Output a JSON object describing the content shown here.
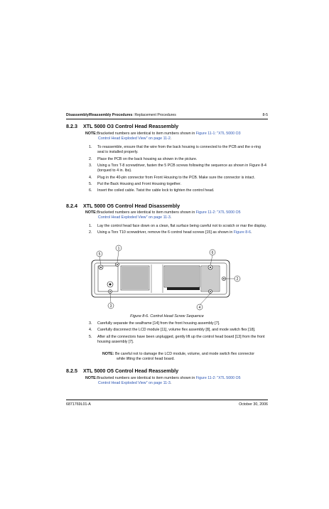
{
  "header": {
    "section_bold": "Disassembly/Reassembly Procedures",
    "section_rest": ": Replacement Procedures",
    "page_number": "8-5"
  },
  "sections": [
    {
      "number": "8.2.3",
      "title": "XTL 5000 O3 Control Head Reassembly",
      "note_label": "NOTE:",
      "note_text": "Bracketed numbers are identical to item numbers shown in ",
      "note_link_1": "Figure 11-1: \"XTL 5000 O3",
      "note_link_2": "Control Head Exploded View\" on page 11-2",
      "note_end": ".",
      "steps": [
        {
          "n": "1.",
          "text": "To reassemble, ensure that the wire from the back housing is connected to the PCB and the o-ring seal is installed properly."
        },
        {
          "n": "2.",
          "text": "Place the PCB on the back housing as shown in the picture."
        },
        {
          "n": "3.",
          "text": "Using a Torx T-8 screwdriver, fasten the 5 PCB screws following the sequence as shown in Figure 8-4 (torqued to 4 in. lbs)."
        },
        {
          "n": "4.",
          "text": "Plug in the 40-pin connector from Front Housing to the PCB. Make sure the connector is intact."
        },
        {
          "n": "5.",
          "text": "Put the Back Housing and Front Housing together."
        },
        {
          "n": "6.",
          "text": "Insert the coiled cable. Twist the cable lock to tighten the control head."
        }
      ]
    },
    {
      "number": "8.2.4",
      "title": "XTL 5000 O5 Control Head Disassembly",
      "note_label": "NOTE:",
      "note_text": "Bracketed numbers are identical to item numbers shown in ",
      "note_link_1": "Figure 11-2: \"XTL 5000 O5",
      "note_link_2": "Control Head Exploded View\" on page 11-3",
      "note_end": ".",
      "steps_a": [
        {
          "n": "1.",
          "text": "Lay the control head face down on a clean, flat surface being careful not to scratch or mar the display."
        },
        {
          "n": "2.",
          "text": "Using a Torx T10 screwdriver, remove the 6 control head screws [15] as shown in ",
          "link": "Figure 8-6",
          "after": "."
        }
      ],
      "figure": {
        "caption": "Figure 8-6.  Control Head Screw Sequence",
        "callouts": [
          "1",
          "2",
          "3",
          "4",
          "5",
          "6"
        ]
      },
      "steps_b": [
        {
          "n": "3.",
          "text": "Carefully separate the sealframe [14] from the front housing assembly [7]."
        },
        {
          "n": "4.",
          "text": "Carefully disconnect the LCD module [11], volume flex assembly [8], and mode switch flex [18]."
        },
        {
          "n": "5.",
          "text": "After all the connectors have been unplugged, gently lift up the control head board [13] from the front housing assembly [7]."
        }
      ],
      "note2_label": "NOTE:",
      "note2_text": " Be careful not to damage the LCD module, volume, and mode switch flex connector",
      "note2_text_2": "while lifting the control head board."
    },
    {
      "number": "8.2.5",
      "title": "XTL 5000 O5 Control Head Reassembly",
      "note_label": "NOTE:",
      "note_text": "Bracketed numbers are identical to item numbers shown in ",
      "note_link_1": "Figure 11-2: \"XTL 5000 O5",
      "note_link_2": "Control Head Exploded View\" on page 11-3",
      "note_end": "."
    }
  ],
  "footer": {
    "doc_number": "6871769L01-A",
    "date": "October 30, 2006"
  }
}
